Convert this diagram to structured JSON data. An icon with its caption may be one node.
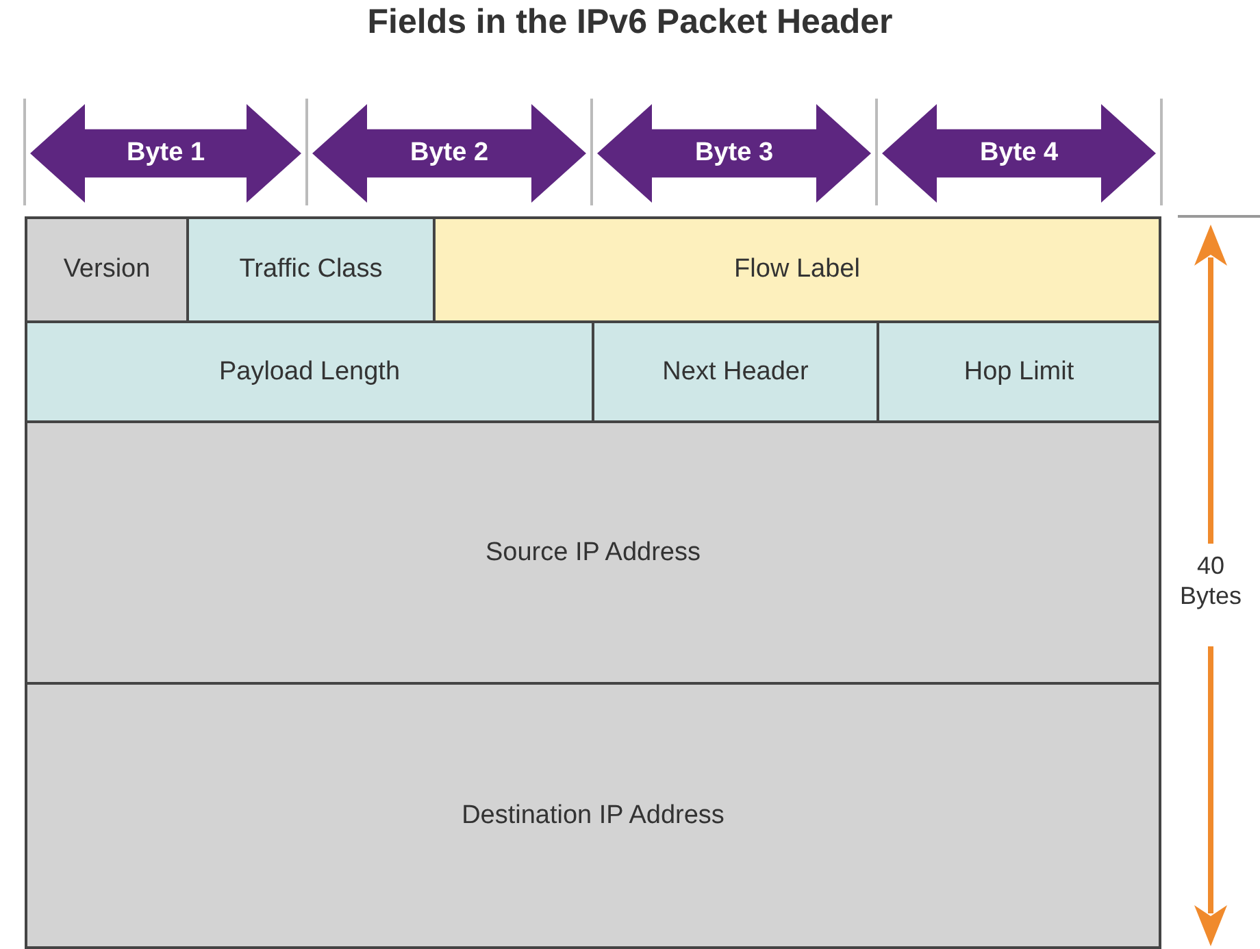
{
  "diagram": {
    "title": "Fields in the IPv6 Packet Header",
    "nodes": [
      {
        "text": [
          "Version"
        ]
      },
      {
        "text": [
          "Traffic Class"
        ]
      },
      {
        "text": [
          "Flow Label"
        ]
      },
      {
        "text": [
          "Payload Length"
        ]
      },
      {
        "text": [
          "Next Header"
        ]
      },
      {
        "text": [
          "Hop Limit"
        ]
      },
      {
        "text": [
          "Source IP Address"
        ]
      },
      {
        "text": [
          "Destination IP Address"
        ]
      }
    ],
    "labels": [
      "Byte 1",
      "Byte 2",
      "Byte 3",
      "Byte 4",
      "40 Bytes"
    ]
  }
}
